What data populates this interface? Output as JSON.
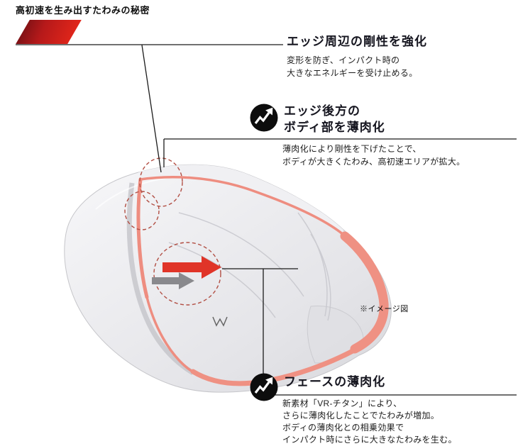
{
  "header": {
    "title": "高初速を生み出すたわみの秘密"
  },
  "note": {
    "label": "※イメージ図"
  },
  "callouts": {
    "edge_rigidity": {
      "title": "エッジ周辺の剛性を強化",
      "desc": [
        "変形を防ぎ、インパクト時の",
        "大きなエネルギーを受け止める。"
      ]
    },
    "body_thinning": {
      "title_line1": "エッジ後方の",
      "title_line2": "ボディ部を薄肉化",
      "desc": [
        "薄肉化により剛性を下げたことで、",
        "ボディが大きくたわみ、高初速エリアが拡大。"
      ]
    },
    "face_thinning": {
      "title": "フェースの薄肉化",
      "desc": [
        "新素材「VR-チタン」により、",
        "さらに薄肉化したことでたわみが増加。",
        "ボディの薄肉化との相乗効果で",
        "インパクト時にさらに大きなたわみを生む。"
      ]
    }
  },
  "colors": {
    "accent_red": "#d6231a",
    "rim_salmon": "#ee8d80",
    "line_black": "#1b1b1b",
    "dashed_circle": "#b24f44",
    "arrow_red": "#e03428",
    "arrow_gray": "#89898d",
    "title_color": "#15151f"
  }
}
